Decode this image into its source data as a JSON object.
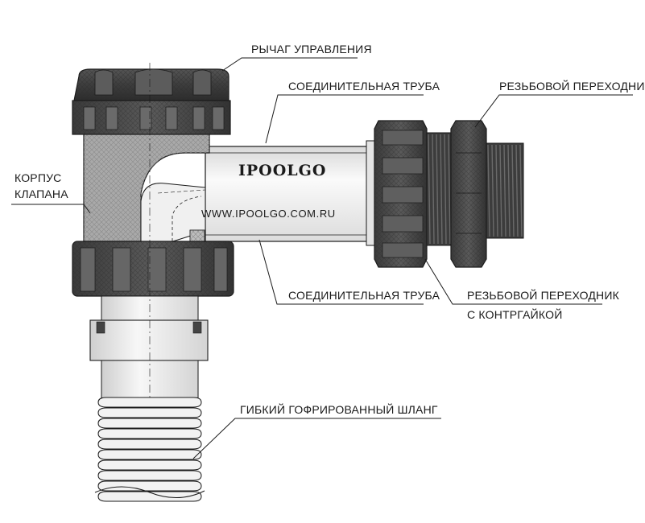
{
  "labels": {
    "control_lever": "РЫЧАГ УПРАВЛЕНИЯ",
    "connecting_pipe_top": "СОЕДИНИТЕЛЬНАЯ ТРУБА",
    "threaded_adapter": "РЕЗЬБОВОЙ ПЕРЕХОДНИК",
    "valve_body_line1": "КОРПУС",
    "valve_body_line2": "КЛАПАНА",
    "connecting_pipe_bottom": "СОЕДИНИТЕЛЬНАЯ ТРУБА",
    "adapter_locknut_line1": "РЕЗЬБОВОЙ ПЕРЕХОДНИК",
    "adapter_locknut_line2": "С КОНТРГАЙКОЙ",
    "flexible_hose": "ГИБКИЙ ГОФРИРОВАННЫЙ ШЛАНГ"
  },
  "watermark": {
    "brand": "IPOOLGO",
    "website": "WWW.IPOOLGO.COM.RU"
  },
  "colors": {
    "outline": "#1a1a1a",
    "dark_plastic": "#4a4a4a",
    "body_grey": "#a8a8a8",
    "pipe_light": "#ebebeb"
  }
}
